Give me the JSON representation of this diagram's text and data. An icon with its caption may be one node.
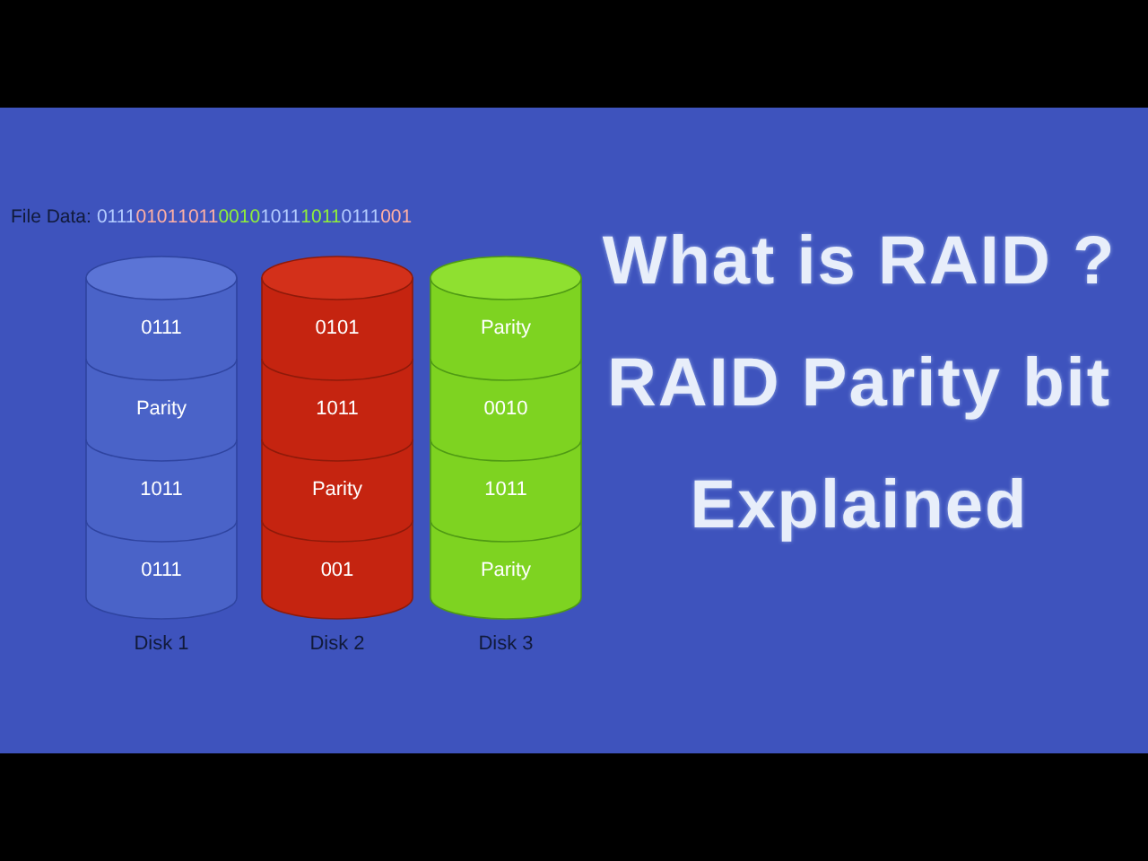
{
  "diagram": {
    "title": "What is RAID ? RAID Parity bit Explained",
    "nodes": [
      {
        "text": [
          "Disk 1"
        ]
      },
      {
        "text": [
          "0111"
        ],
        "in": 0
      },
      {
        "text": [
          "Parity"
        ],
        "in": 0
      },
      {
        "text": [
          "1011"
        ],
        "in": 0
      },
      {
        "text": [
          "0111"
        ],
        "in": 0
      },
      {
        "text": [
          "Disk 2"
        ]
      },
      {
        "text": [
          "0101"
        ],
        "in": 5
      },
      {
        "text": [
          "1011"
        ],
        "in": 5
      },
      {
        "text": [
          "Parity"
        ],
        "in": 5
      },
      {
        "text": [
          "001"
        ],
        "in": 5
      },
      {
        "text": [
          "Disk 3"
        ]
      },
      {
        "text": [
          "Parity"
        ],
        "in": 10
      },
      {
        "text": [
          "0010"
        ],
        "in": 10
      },
      {
        "text": [
          "1011"
        ],
        "in": 10
      },
      {
        "text": [
          "Parity"
        ],
        "in": 10
      }
    ],
    "labels": [
      "File Data:",
      "0111",
      "0101",
      "1011",
      "0010",
      "1011",
      "1011",
      "0111",
      "001"
    ]
  }
}
